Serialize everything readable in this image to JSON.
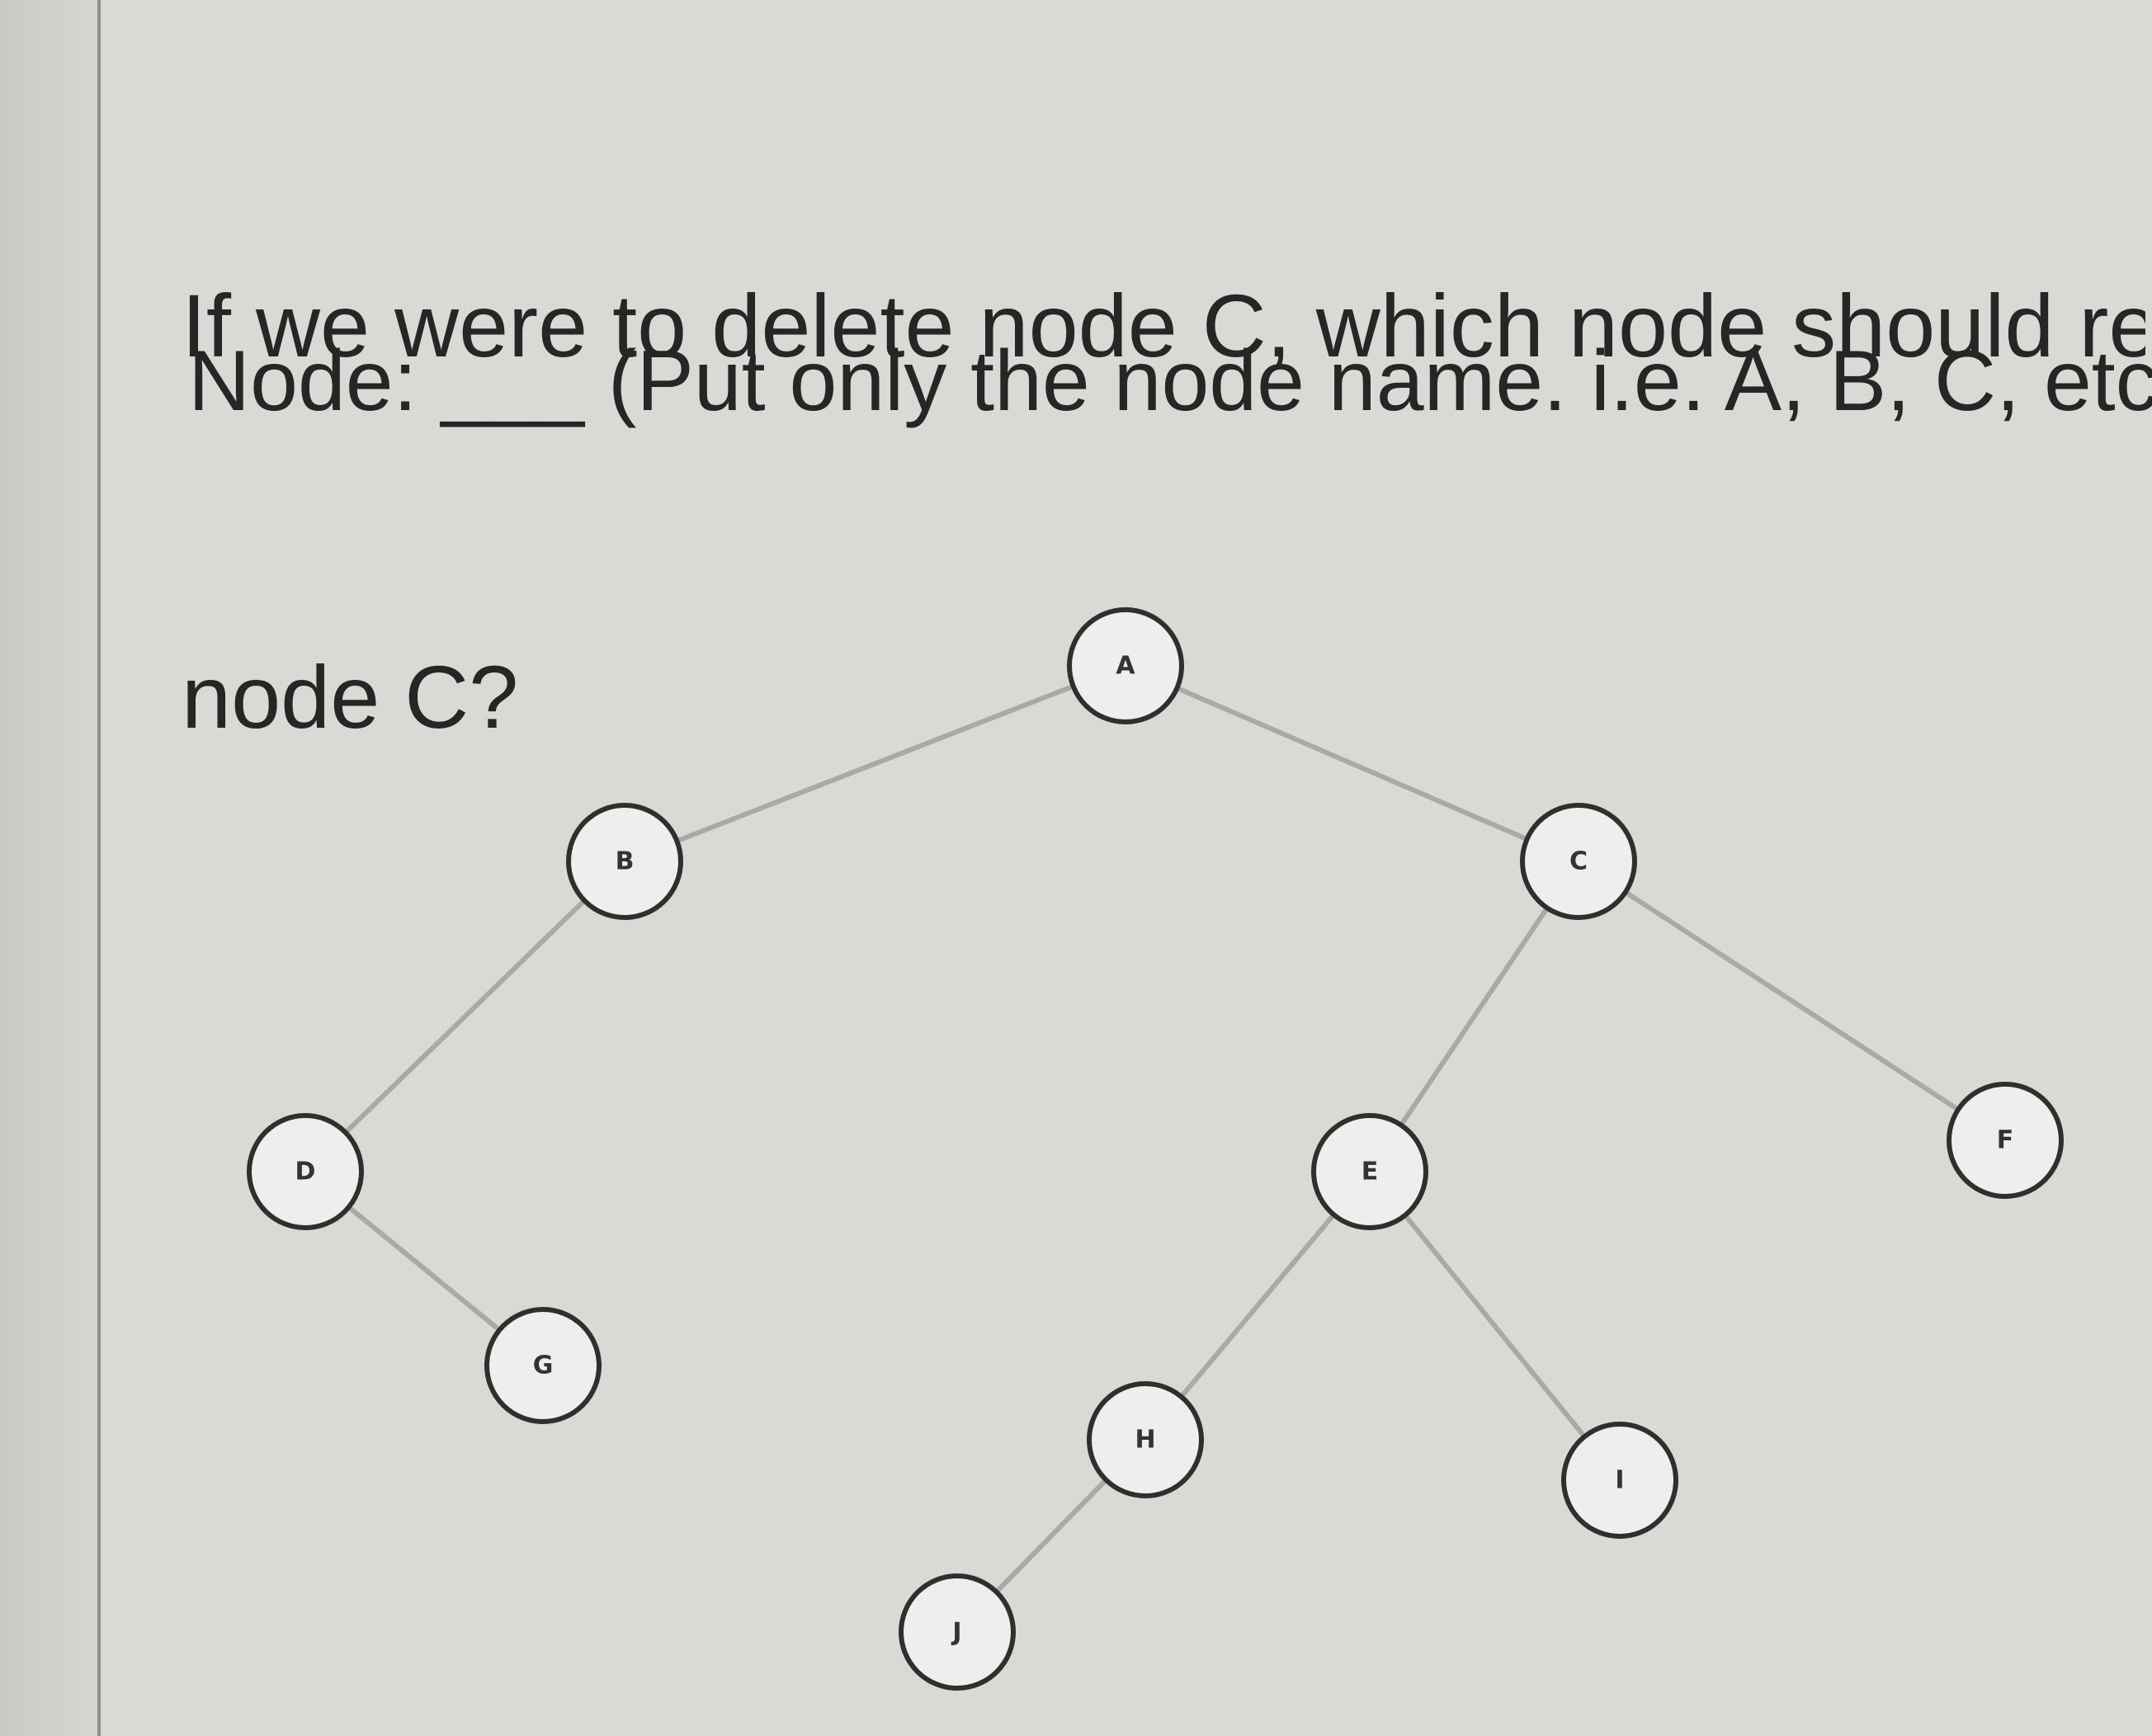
{
  "question": {
    "line1": "If we were to delete node C, which node should replac",
    "line2": "node C?"
  },
  "prompt": {
    "label": "Node:",
    "blank": "___",
    "hint": "(Put only the node name. i.e. A, B, C, etc)"
  },
  "tree": {
    "nodes": [
      {
        "id": "A",
        "label": "A"
      },
      {
        "id": "B",
        "label": "B"
      },
      {
        "id": "C",
        "label": "C"
      },
      {
        "id": "D",
        "label": "D"
      },
      {
        "id": "E",
        "label": "E"
      },
      {
        "id": "F",
        "label": "F"
      },
      {
        "id": "G",
        "label": "G"
      },
      {
        "id": "H",
        "label": "H"
      },
      {
        "id": "I",
        "label": "I"
      },
      {
        "id": "J",
        "label": "J"
      }
    ],
    "edges": [
      [
        "A",
        "B"
      ],
      [
        "A",
        "C"
      ],
      [
        "B",
        "D"
      ],
      [
        "D",
        "G"
      ],
      [
        "C",
        "E"
      ],
      [
        "C",
        "F"
      ],
      [
        "E",
        "H"
      ],
      [
        "E",
        "I"
      ],
      [
        "H",
        "J"
      ]
    ],
    "colors": {
      "edge": "#a9a9a6",
      "node_border": "#2f2f2f",
      "node_fill": "#eeeeec"
    }
  }
}
